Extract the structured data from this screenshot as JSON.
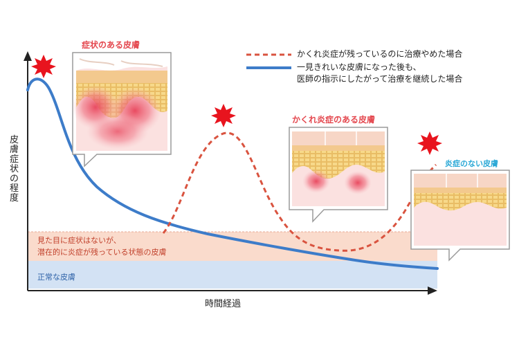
{
  "y_axis_label": "皮膚症状の程度",
  "x_axis_label": "時間経過",
  "legend": {
    "stopped_label": "かくれ炎症が残っているのに治療やめた場合",
    "continued_line1": "一見きれいな皮膚になった後も、",
    "continued_line2": "医師の指示にしたがって治療を継続した場合",
    "stopped_color": "#d9533f",
    "continued_color": "#3d7cc9"
  },
  "bands": {
    "latent_line1": "見た目に症状はないが、",
    "latent_line2": "潜在的に炎症が残っている状態の皮膚",
    "normal": "正常な皮膚",
    "latent_color": "#fadbcc",
    "normal_color": "#d3e2f4"
  },
  "callouts": {
    "symptomatic": "症状のある皮膚",
    "hidden_inflammation": "かくれ炎症のある皮膚",
    "no_inflammation": "炎症のない皮膚"
  },
  "icons": [
    "flare-burst-icon",
    "flare-burst-icon",
    "flare-burst-icon"
  ]
}
